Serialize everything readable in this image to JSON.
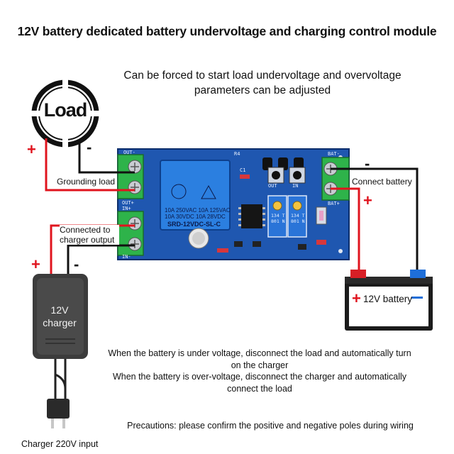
{
  "title": "12V battery dedicated battery undervoltage and charging control module",
  "subtitle": "Can be forced to start load undervoltage and overvoltage parameters can be adjusted",
  "load": {
    "label": "Load",
    "plus": "+",
    "minus": "-"
  },
  "labels": {
    "grounding_load": "Grounding load",
    "connected_to_charger": "Connected to charger output",
    "connect_battery": "Connect battery",
    "battery_plus": "+",
    "battery_minus": "-",
    "charger_plus": "+",
    "charger_minus": "-"
  },
  "charger": {
    "label": "12V charger",
    "input_label": "Charger 220V input"
  },
  "battery": {
    "label": "12V battery",
    "plus": "+"
  },
  "board": {
    "out_top": "OUT-",
    "out_plus": "OUT+",
    "in_plus": "IN+",
    "in_minus": "IN-",
    "bat_minus": "BAT-",
    "bat_plus": "BAT+",
    "relay_model": "SRD-12VDC-SL-C",
    "relay_spec_1": "10A 250VAC  10A 125VAC",
    "relay_spec_2": "10A  30VDC  10A  28VDC",
    "pot_1": "134 T  801 N",
    "pot_2": "134 T  801 N",
    "btn_out": "OUT",
    "btn_in": "IN",
    "r4": "R4",
    "c1": "C1"
  },
  "descriptions": {
    "line1": "When the battery is under voltage, disconnect the load and automatically turn on the charger",
    "line2": "When the battery is over-voltage, disconnect the charger and automatically connect the load"
  },
  "precautions": "Precautions: please confirm the positive and negative poles during wiring"
}
